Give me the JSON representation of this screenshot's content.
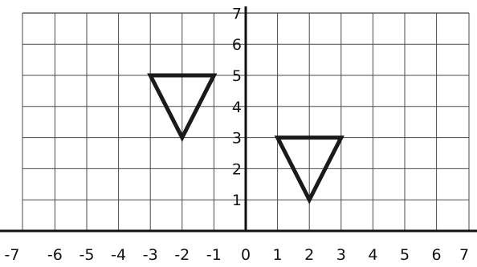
{
  "chart_data": {
    "type": "coordinate-grid",
    "xlim": [
      -7,
      7
    ],
    "ylim": [
      0,
      7
    ],
    "x_ticks": [
      "-7",
      "-6",
      "-5",
      "-4",
      "-3",
      "-2",
      "-1",
      "0",
      "1",
      "2",
      "3",
      "4",
      "5",
      "6",
      "7"
    ],
    "y_ticks": [
      "1",
      "2",
      "3",
      "4",
      "5",
      "6",
      "7"
    ],
    "grid": true,
    "shapes": [
      {
        "name": "triangle-left",
        "vertices": [
          [
            -3,
            5
          ],
          [
            -1,
            5
          ],
          [
            -2,
            3
          ]
        ]
      },
      {
        "name": "triangle-right",
        "vertices": [
          [
            1,
            3
          ],
          [
            3,
            3
          ],
          [
            2,
            1
          ]
        ]
      }
    ]
  }
}
